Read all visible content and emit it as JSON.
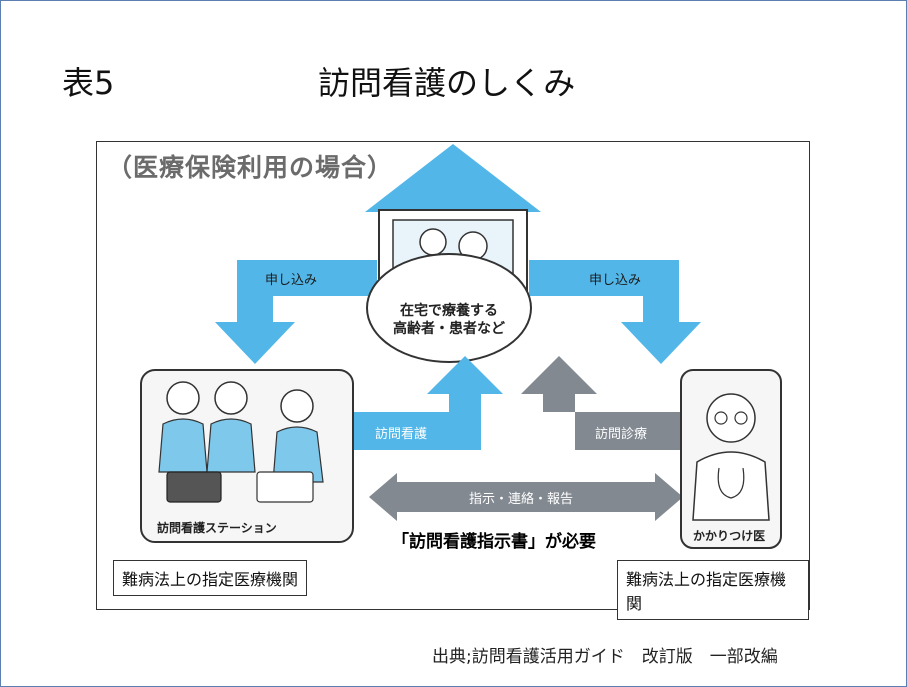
{
  "title": {
    "label": "表5",
    "text": "訪問看護のしくみ"
  },
  "figure": {
    "subtitle": "（医療保険利用の場合）",
    "home": {
      "line1": "在宅で療養する",
      "line2": "高齢者・患者など"
    },
    "arrows": {
      "apply_left": "申し込み",
      "apply_right": "申し込み",
      "visit_nursing": "訪問看護",
      "visit_care": "訪問診療",
      "communication": "指示・連絡・報告"
    },
    "station_label": "訪問看護ステーション",
    "doctor_label": "かかりつけ医",
    "required_note": "「訪問看護指示書」が必要",
    "agency_left": "難病法上の指定医療機関",
    "agency_right": "難病法上の指定医療機関"
  },
  "source": "出典;訪問看護活用ガイド　改訂版　一部改編",
  "colors": {
    "blue": "#52b7e8",
    "gray": "#828991",
    "frame": "#5b7fb0"
  }
}
